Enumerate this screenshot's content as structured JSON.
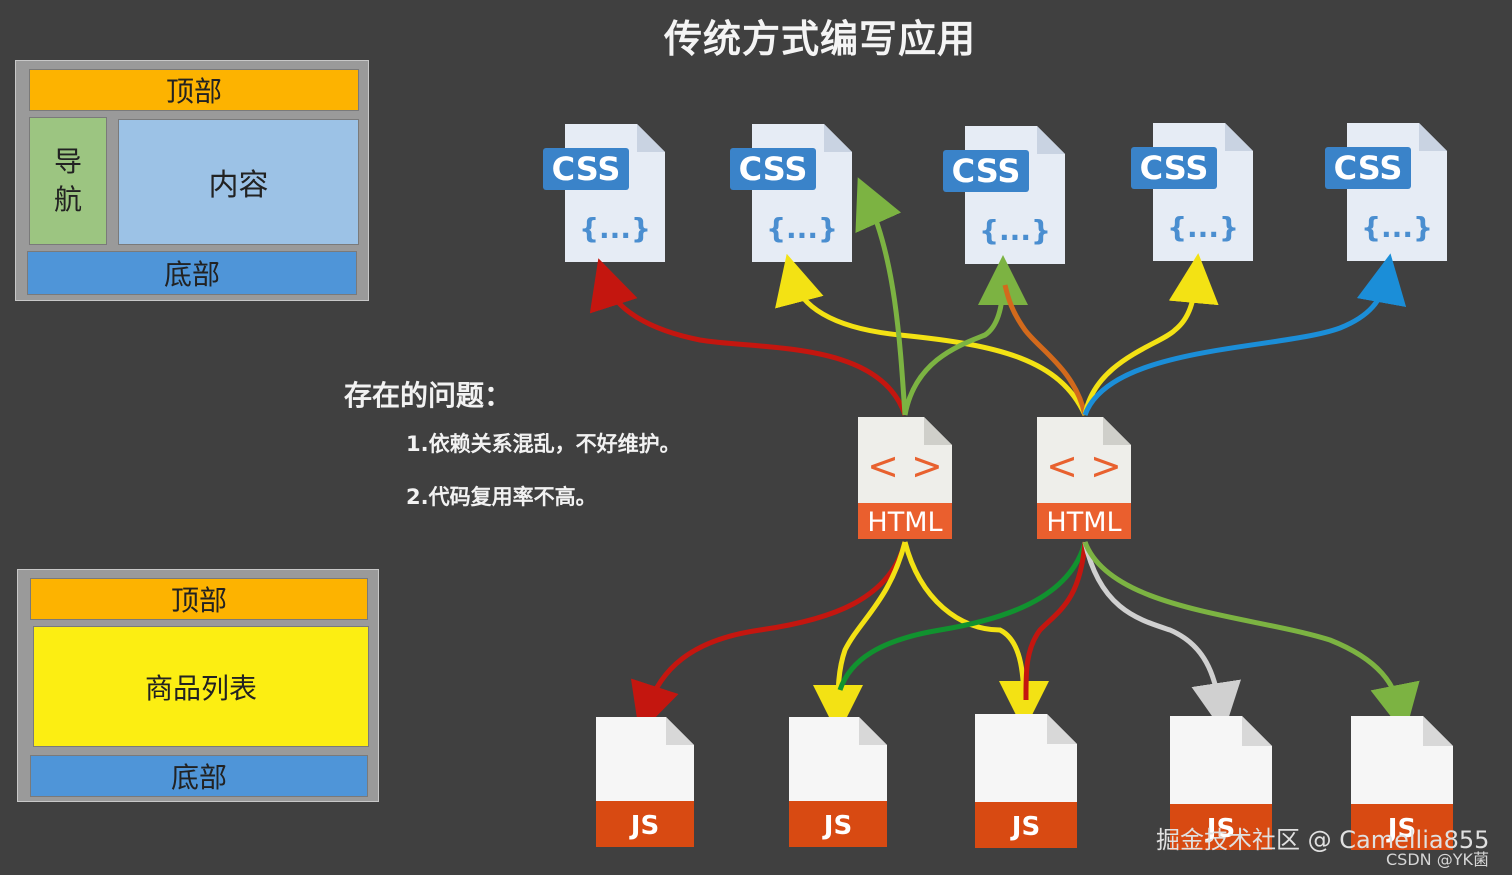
{
  "title": "传统方式编写应用",
  "layout_top": {
    "header": "顶部",
    "nav": "导\n航",
    "content": "内容",
    "footer": "底部"
  },
  "layout_bottom": {
    "header": "顶部",
    "content": "商品列表",
    "footer": "底部"
  },
  "problems": {
    "heading": "存在的问题：",
    "items": [
      "1.依赖关系混乱，不好维护。",
      "2.代码复用率不高。"
    ]
  },
  "file_labels": {
    "css": "CSS",
    "css_body": "{...}",
    "html": "HTML",
    "html_icon": "< >",
    "js": "JS"
  },
  "colors": {
    "background": "#404040",
    "css_badge": "#3a83c9",
    "html_badge": "#ea5f2e",
    "js_badge": "#d84a12",
    "arrow_red": "#c4160f",
    "arrow_yellow": "#f3e214",
    "arrow_green": "#7cb342",
    "arrow_dark_green": "#11922f",
    "arrow_orange": "#d36a1c",
    "arrow_blue": "#1b8ed8",
    "arrow_gray": "#d0d0d0"
  },
  "watermark": {
    "line1": "掘金技术社区 @ Camellia855",
    "line2": "CSDN @YK菌"
  }
}
